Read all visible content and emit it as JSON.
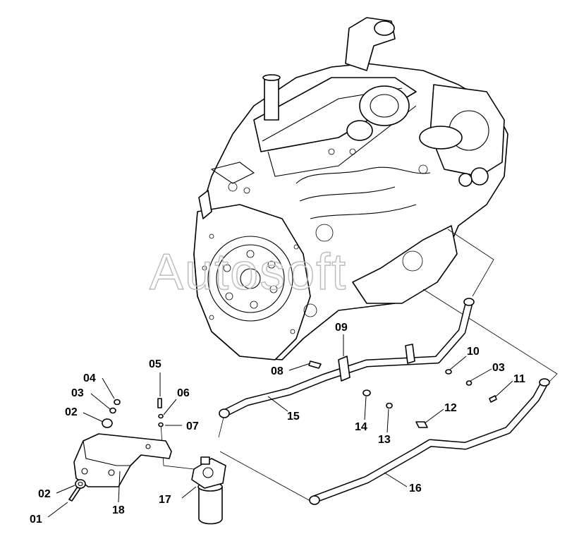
{
  "watermark": "Autosoft",
  "callouts": [
    {
      "id": "01",
      "part": "bolt"
    },
    {
      "id": "02",
      "part": "washer-lower"
    },
    {
      "id": "02b",
      "label": "02",
      "part": "washer-upper"
    },
    {
      "id": "03",
      "part": "nut-bracket"
    },
    {
      "id": "03b",
      "label": "03",
      "part": "nut-clamp"
    },
    {
      "id": "04",
      "part": "nut-top"
    },
    {
      "id": "05",
      "part": "filter-stud"
    },
    {
      "id": "06",
      "part": "filter-washer"
    },
    {
      "id": "07",
      "part": "filter-nut"
    },
    {
      "id": "08",
      "part": "hose-plug"
    },
    {
      "id": "09",
      "part": "hose-clamp"
    },
    {
      "id": "10",
      "part": "clamp-washer"
    },
    {
      "id": "11",
      "part": "clamp-bolt"
    },
    {
      "id": "12",
      "part": "mount-bolt"
    },
    {
      "id": "13",
      "part": "mount-nut"
    },
    {
      "id": "14",
      "part": "mount-washer"
    },
    {
      "id": "15",
      "part": "upper-hose"
    },
    {
      "id": "16",
      "part": "lower-hose"
    },
    {
      "id": "17",
      "part": "oil-filter"
    },
    {
      "id": "18",
      "part": "filter-bracket"
    }
  ],
  "labels": {
    "c01": "01",
    "c02a": "02",
    "c02b": "02",
    "c03a": "03",
    "c03b": "03",
    "c04": "04",
    "c05": "05",
    "c06": "06",
    "c07": "07",
    "c08": "08",
    "c09": "09",
    "c10": "10",
    "c11": "11",
    "c12": "12",
    "c13": "13",
    "c14": "14",
    "c15": "15",
    "c16": "16",
    "c17": "17",
    "c18": "18"
  }
}
